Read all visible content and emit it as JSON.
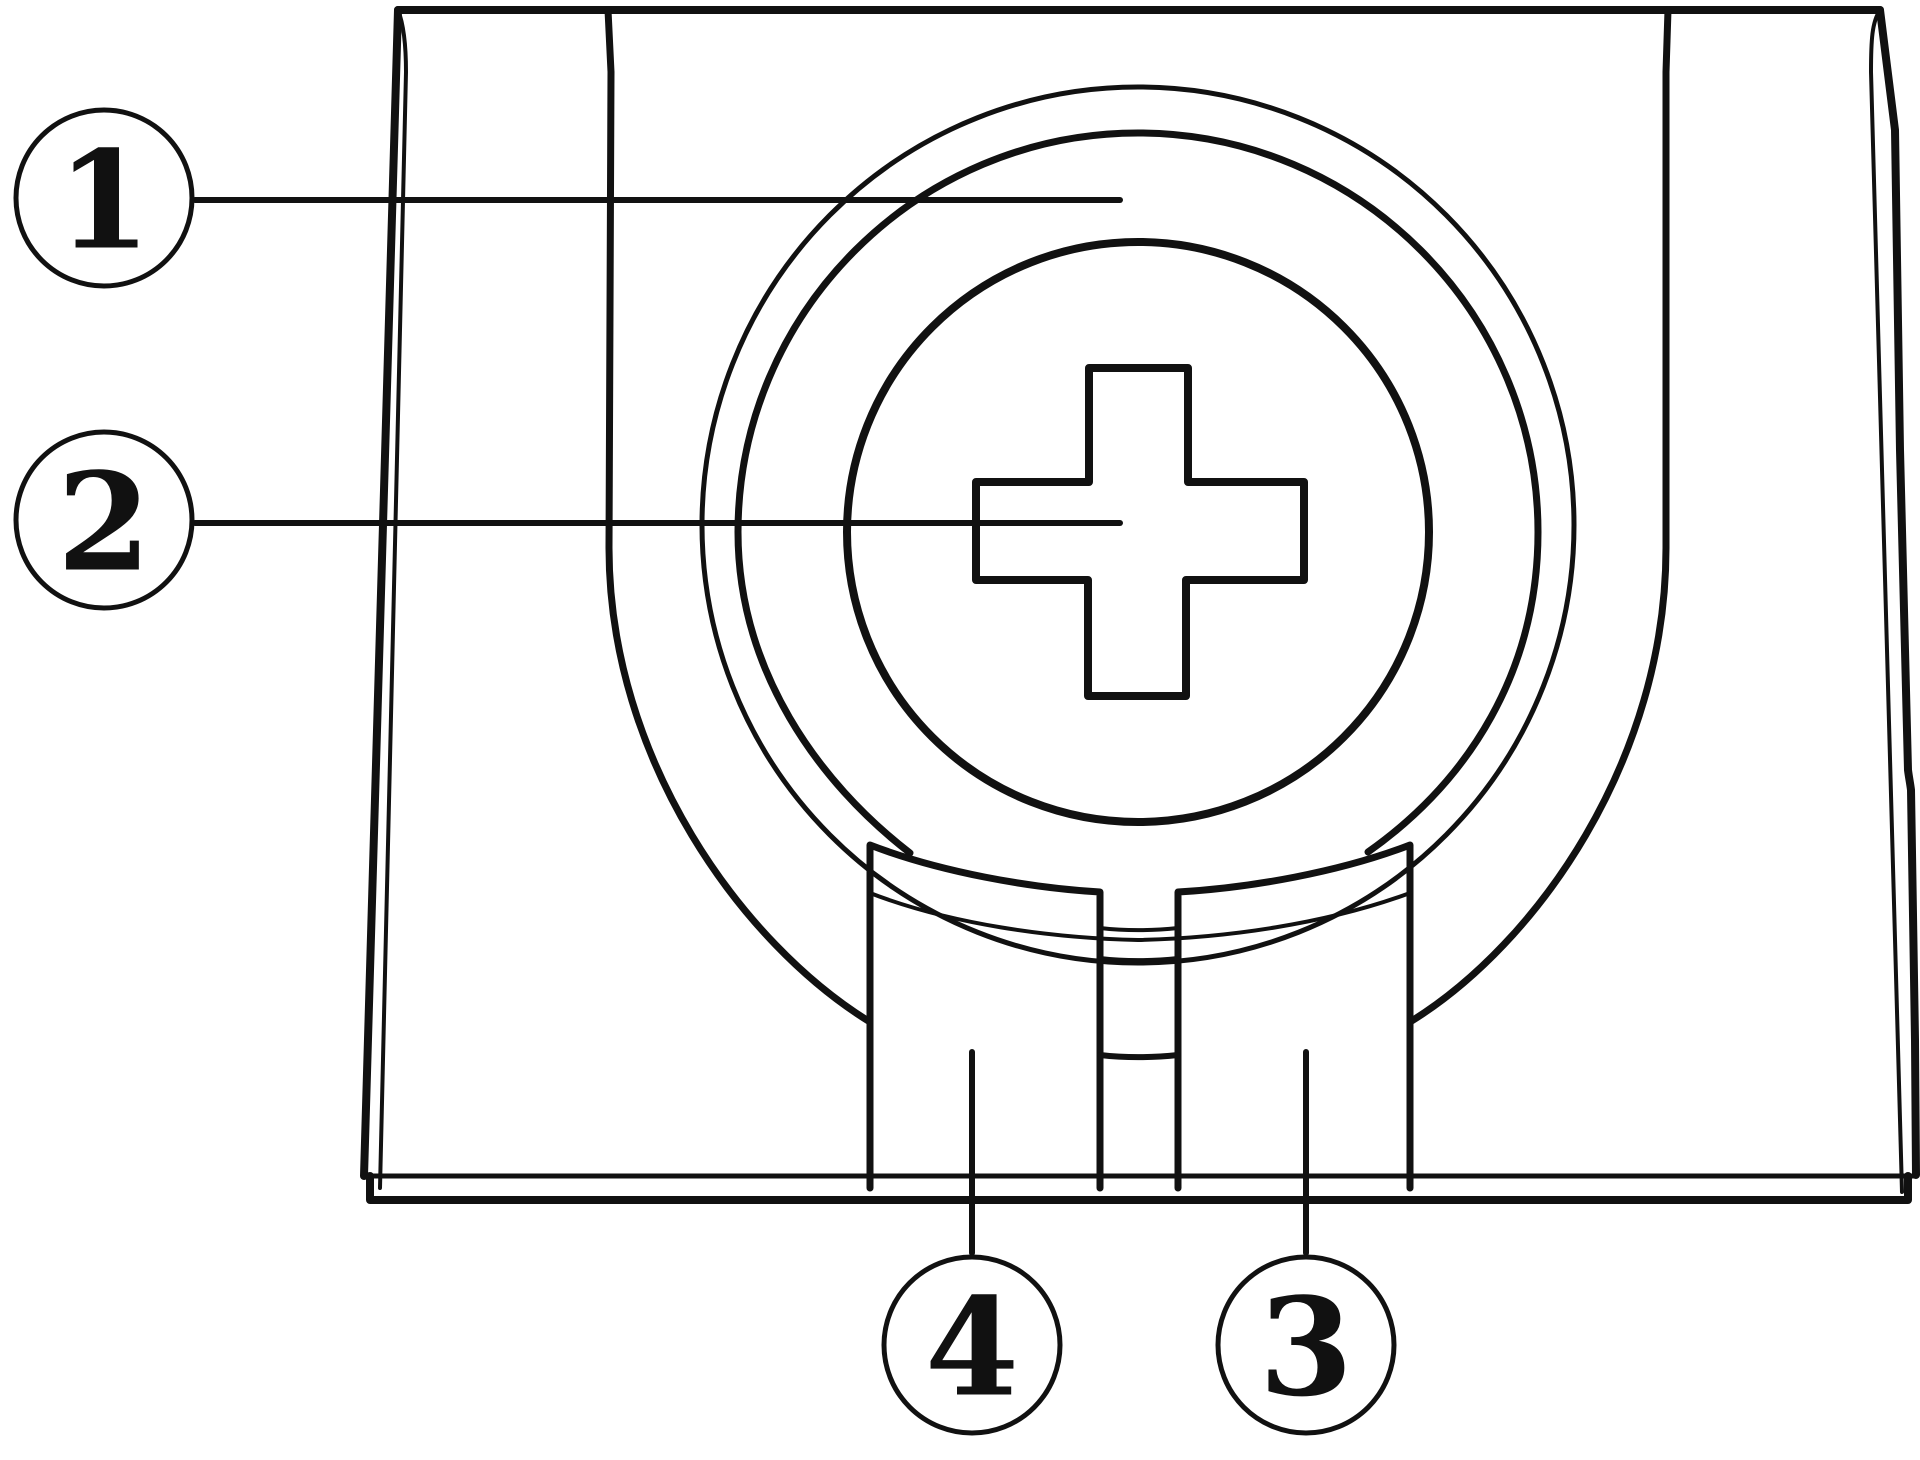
{
  "callouts": [
    {
      "id": "1",
      "label": "1"
    },
    {
      "id": "2",
      "label": "2"
    },
    {
      "id": "3",
      "label": "3"
    },
    {
      "id": "4",
      "label": "4"
    }
  ],
  "colors": {
    "line": "#111111",
    "background": "#ffffff"
  },
  "icons": {
    "screw_head": "phillips-cross-icon"
  }
}
